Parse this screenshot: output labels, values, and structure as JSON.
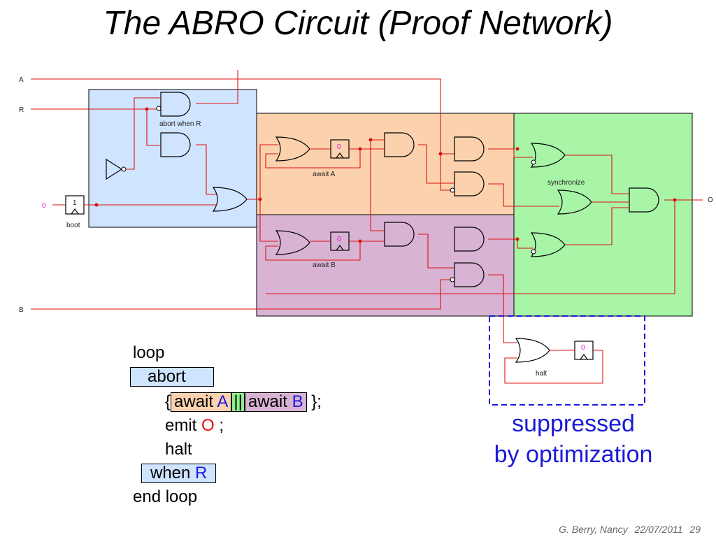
{
  "title": "The ABRO Circuit (Proof Network)",
  "diagram": {
    "inputs": {
      "a": "A",
      "r": "R",
      "zero": "0",
      "b": "B"
    },
    "output": "O",
    "labels": {
      "abort_when_r": "abort when R",
      "boot": "boot",
      "boot_init": "1",
      "await_a": "await A",
      "await_b": "await B",
      "synchronize": "synchronize",
      "halt": "halt",
      "reg_init": "0"
    },
    "colors": {
      "abort_region": "#cfe4ff",
      "await_a_region": "#fbd2ad",
      "await_b_region": "#d8b3d3",
      "sync_region": "#a8f5a8",
      "wire": "#e01010",
      "suppressed_border": "#1a1ad8"
    }
  },
  "code": {
    "loop": "loop",
    "abort": "abort",
    "open_brace": "{",
    "await1": "await",
    "sig_a": "A",
    "parallel": "||",
    "await2": "await",
    "sig_b": "B",
    "close": "};",
    "emit": "emit",
    "sig_o": "O",
    "semicolon": ";",
    "halt": "halt",
    "when": "when",
    "sig_r": "R",
    "end_loop": "end loop"
  },
  "note": {
    "line1": "suppressed",
    "line2": "by optimization"
  },
  "footer": {
    "author": "G. Berry, Nancy",
    "date": "22/07/2011",
    "page": "29"
  }
}
